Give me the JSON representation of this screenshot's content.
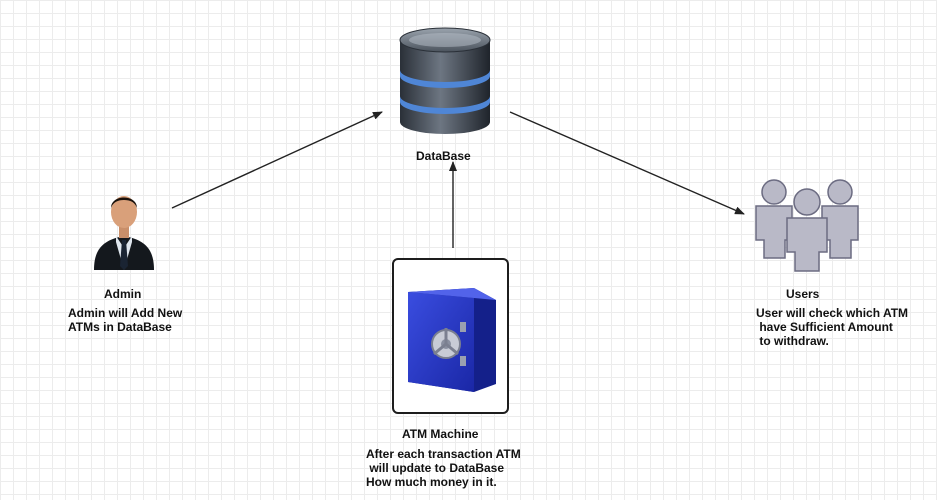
{
  "nodes": {
    "database": {
      "label": "DataBase"
    },
    "admin": {
      "label": "Admin",
      "description": "Admin will Add New\nATMs in DataBase"
    },
    "users": {
      "label": "Users",
      "description": "User will check which ATM\n have Sufficient Amount\n to withdraw."
    },
    "atm": {
      "label": "ATM Machine",
      "description": "After each transaction ATM\n will update to DataBase\nHow much money in it."
    }
  },
  "edges": [
    {
      "from": "admin",
      "to": "database"
    },
    {
      "from": "atm",
      "to": "database"
    },
    {
      "from": "database",
      "to": "users"
    }
  ],
  "colors": {
    "arrow": "#222222",
    "db_body": "#3f4852",
    "db_band": "#4f86d6",
    "users_fill": "#b9b9c7",
    "users_stroke": "#6c6c82",
    "safe_body": "#2637c9",
    "safe_dark": "#14208a",
    "atm_border": "#1d1d1d"
  },
  "icons": {
    "database": "database-cylinder-icon",
    "admin": "businessman-icon",
    "users": "user-group-icon",
    "atm": "safe-vault-icon"
  }
}
